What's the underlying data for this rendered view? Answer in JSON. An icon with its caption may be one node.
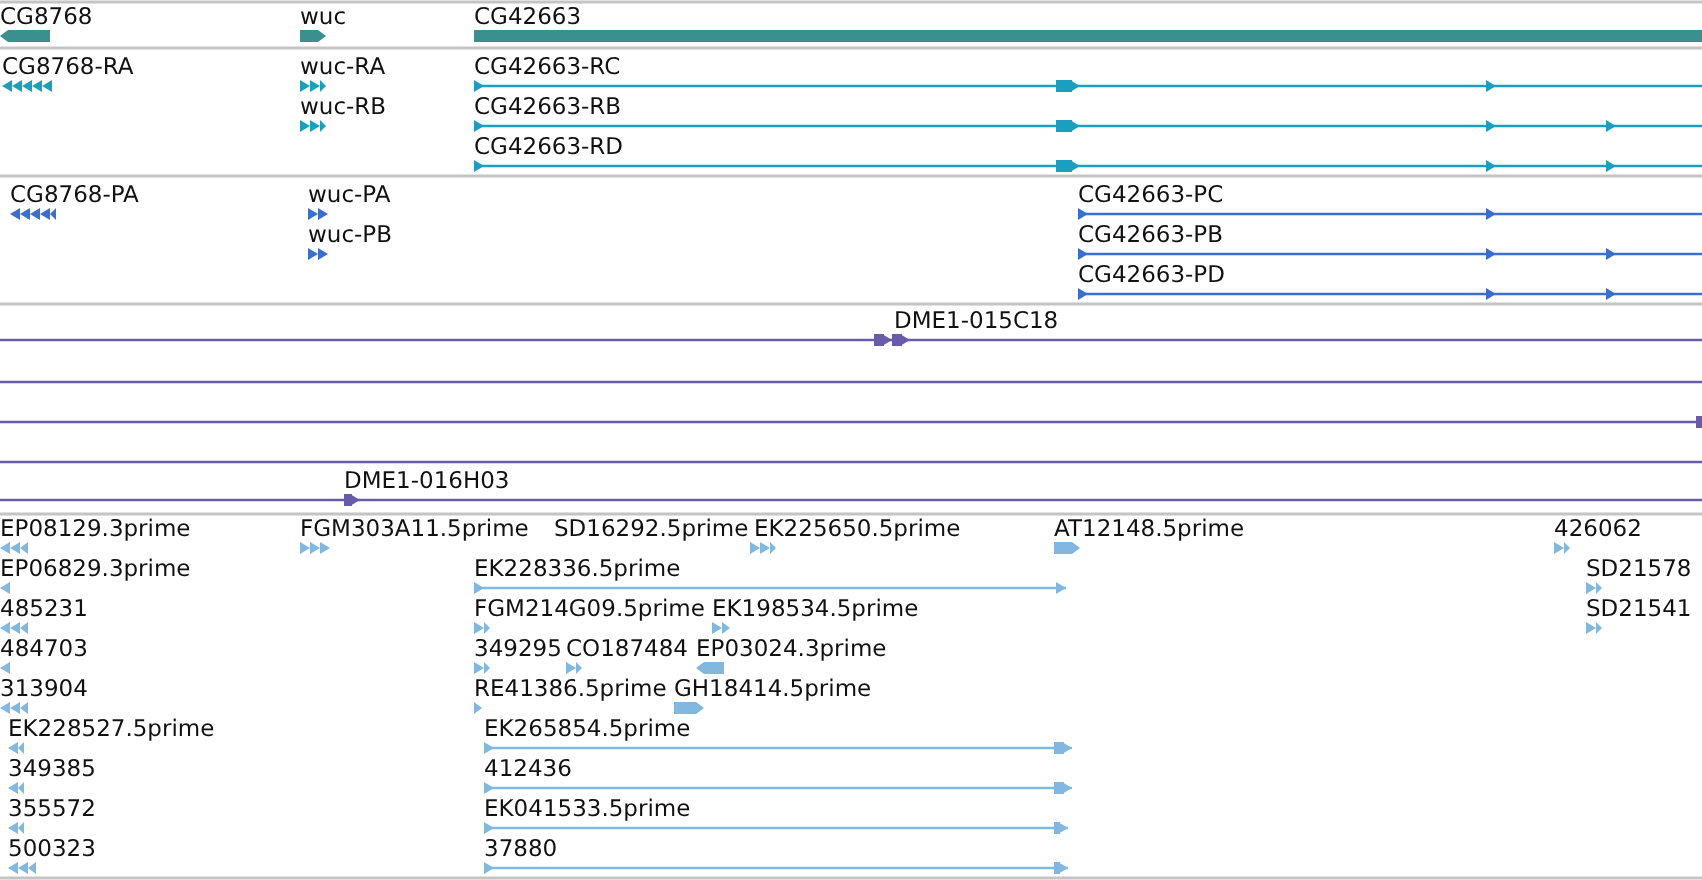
{
  "diagram": {
    "labels": [
      "CG8768",
      "wuc",
      "CG42663",
      "CG8768-RA",
      "wuc-RA",
      "CG42663-RC",
      "wuc-RB",
      "CG42663-RB",
      "CG42663-RD",
      "CG8768-PA",
      "wuc-PA",
      "CG42663-PC",
      "wuc-PB",
      "CG42663-PB",
      "CG42663-PD",
      "DME1-015C18",
      "DME1-016H03",
      "EP08129.3prime",
      "FGM303A11.5prime",
      "SD16292.5prime",
      "EK225650.5prime",
      "AT12148.5prime",
      "426062",
      "EP06829.3prime",
      "EK228336.5prime",
      "SD21578",
      "485231",
      "FGM214G09.5prime",
      "EK198534.5prime",
      "SD21541",
      "484703",
      "349295",
      "CO187484",
      "EP03024.3prime",
      "313904",
      "RE41386.5prime",
      "GH18414.5prime",
      "EK228527.5prime",
      "EK265854.5prime",
      "349385",
      "412436",
      "355572",
      "EK041533.5prime",
      "500323",
      "37880"
    ]
  }
}
